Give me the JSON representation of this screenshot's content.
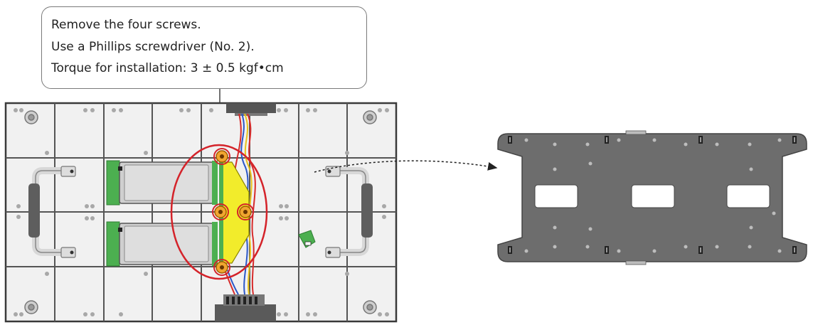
{
  "callout": {
    "lines": [
      "Remove the four screws.",
      "Use a Phillips screwdriver (No. 2).",
      "Torque for installation: 3 ± 0.5 kgf•cm"
    ]
  },
  "colors": {
    "panel_line": "#3a3a3a",
    "panel_fill": "#f1f1f1",
    "highlight_circle": "#d4232a",
    "screw_ring": "#e08a1a",
    "yellow_board": "#f2ec2b",
    "green_pcb": "#4caf50",
    "bracket_fill": "#6d6d6d",
    "wire_red": "#d62b2b",
    "wire_blue": "#2b57c8",
    "wire_yellow": "#e8c21c"
  },
  "icons": [
    "screw-icon",
    "arrow-icon"
  ]
}
